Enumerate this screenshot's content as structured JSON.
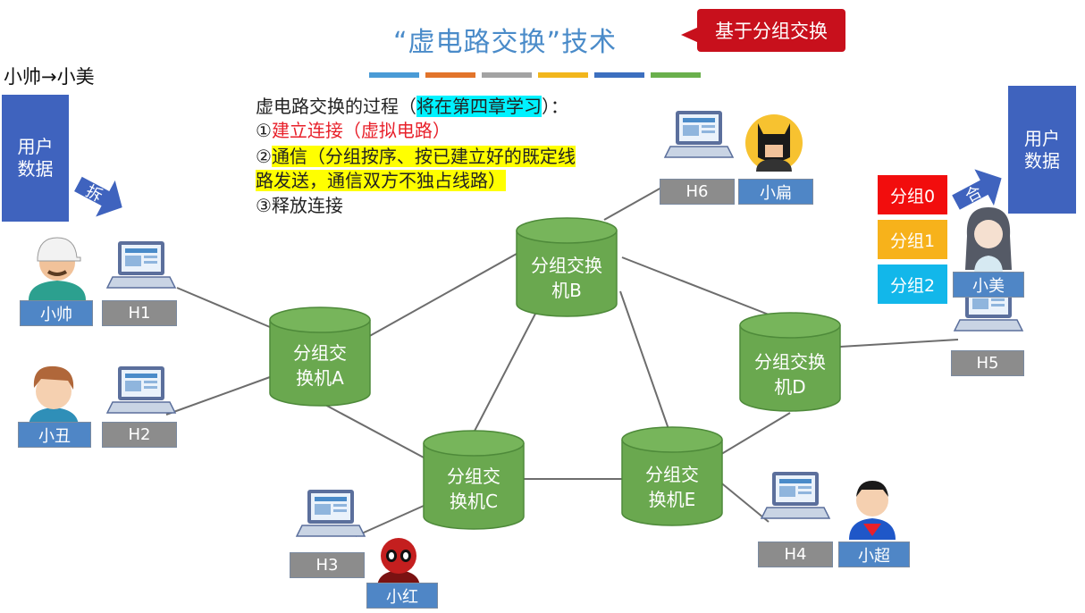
{
  "title": "“虚电路交换”技术",
  "callout": "基于分组交换",
  "divider_colors": [
    "#4a9bd6",
    "#e2742a",
    "#a3a3a3",
    "#f2b61c",
    "#3c6fbf",
    "#6ab04c"
  ],
  "direction": "小帅→小美",
  "source_data_label": "用户数据",
  "dest_data_label": "用户数据",
  "split_label": "拆",
  "merge_label": "合",
  "steps": {
    "intro_prefix": "虚电路交换的过程（",
    "intro_highlight": "将在第四章学习",
    "intro_suffix": "）：",
    "step1_num": "①",
    "step1_text": "建立连接（虚拟电路）",
    "step2_num": "②",
    "step2_line1": "通信（分组按序、按已建立好的既定线",
    "step2_line2": "路发送，通信双方不独占线路）",
    "step3": "③释放连接"
  },
  "hosts": {
    "h1": "H1",
    "h2": "H2",
    "h3": "H3",
    "h4": "H4",
    "h5": "H5",
    "h6": "H6"
  },
  "people": {
    "xiaoshuai": "小帅",
    "xiaochou": "小丑",
    "xiaohong": "小红",
    "xiaochao": "小超",
    "xiaomei": "小美",
    "xiaobian": "小扁"
  },
  "switches": {
    "a": [
      "分组交",
      "换机A"
    ],
    "b": [
      "分组交换",
      "机B"
    ],
    "c": [
      "分组交",
      "换机C"
    ],
    "d": [
      "分组交换",
      "机D"
    ],
    "e": [
      "分组交",
      "换机E"
    ]
  },
  "packets": [
    {
      "label": "分组0",
      "color": "#f20d0d"
    },
    {
      "label": "分组1",
      "color": "#f7b21b"
    },
    {
      "label": "分组2",
      "color": "#12b7ea"
    }
  ],
  "colors": {
    "switch_fill": "#6aa84f",
    "switch_stroke": "#4e8a3a",
    "link": "#6d6d6d",
    "laptop": "#5b6f9c"
  }
}
